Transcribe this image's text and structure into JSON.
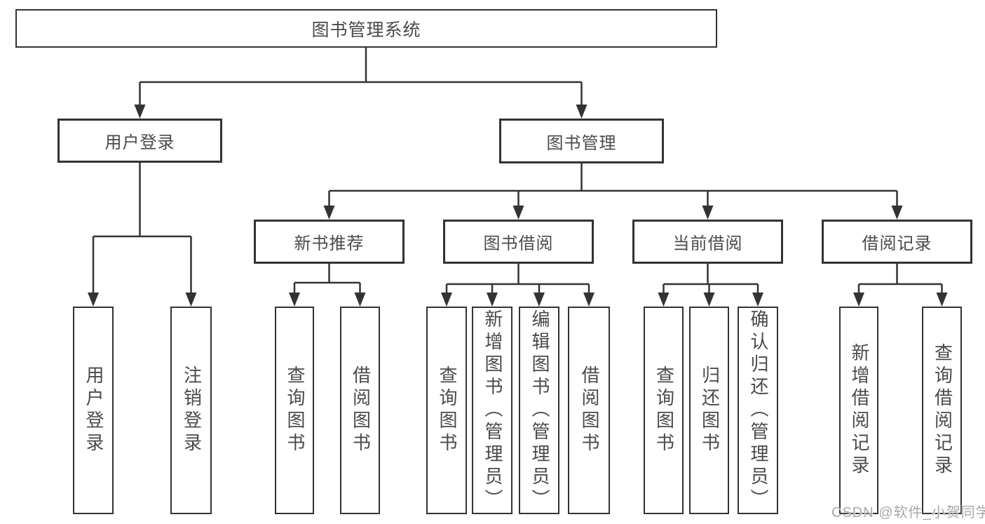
{
  "colors": {
    "line": "#333333",
    "box_border": "#333333",
    "text": "#4a4a4a",
    "watermark": "#a8a8a8",
    "background": "#ffffff"
  },
  "tree": {
    "label": "图书管理系统",
    "children": [
      {
        "label": "用户登录",
        "children": [
          {
            "label": "用户登录"
          },
          {
            "label": "注销登录"
          }
        ]
      },
      {
        "label": "图书管理",
        "children": [
          {
            "label": "新书推荐",
            "children": [
              {
                "label": "查询图书"
              },
              {
                "label": "借阅图书"
              }
            ]
          },
          {
            "label": "图书借阅",
            "children": [
              {
                "label": "查询图书"
              },
              {
                "label": "新增图书（管理员）"
              },
              {
                "label": "编辑图书（管理员）"
              },
              {
                "label": "借阅图书"
              }
            ]
          },
          {
            "label": "当前借阅",
            "children": [
              {
                "label": "查询图书"
              },
              {
                "label": "归还图书"
              },
              {
                "label": "确认归还（管理员）"
              }
            ]
          },
          {
            "label": "借阅记录",
            "children": [
              {
                "label": "新增借阅记录"
              },
              {
                "label": "查询借阅记录"
              }
            ]
          }
        ]
      }
    ]
  },
  "watermark": {
    "text": "CSDN @软件_小贺同学"
  }
}
